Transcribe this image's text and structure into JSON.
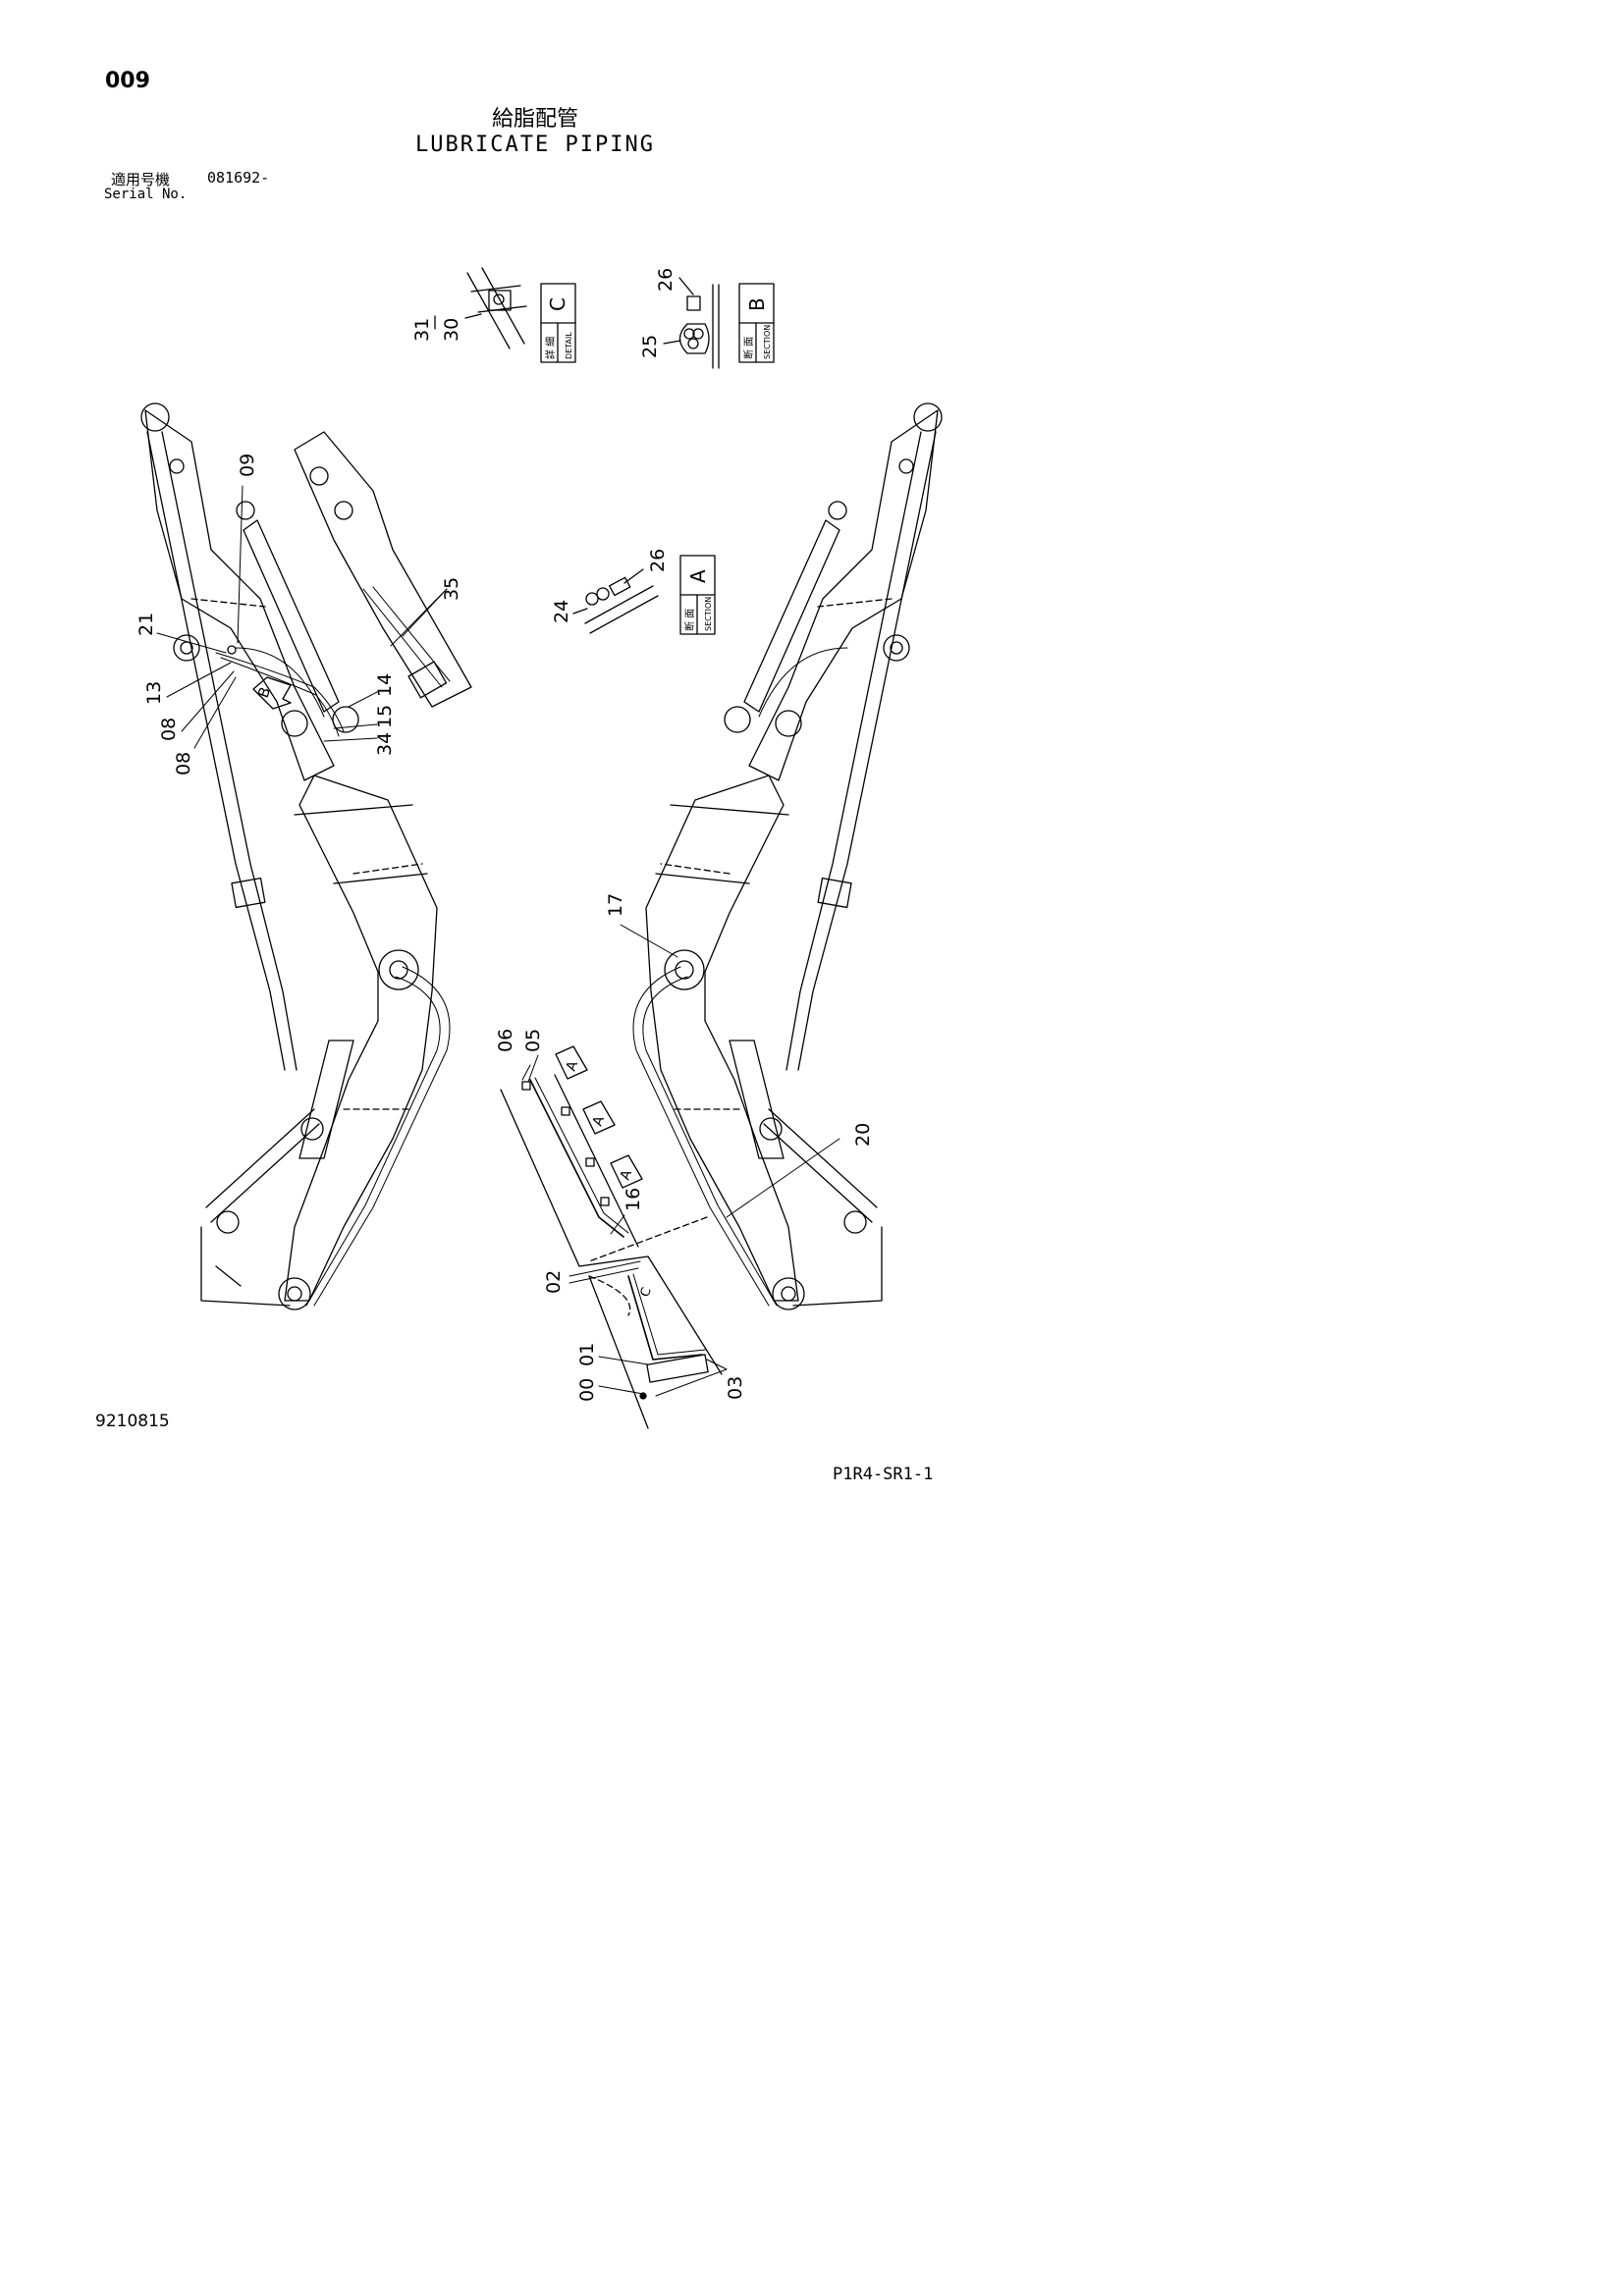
{
  "header": {
    "page_number": "009",
    "title_jp": "給脂配管",
    "title_en": "LUBRICATE PIPING",
    "serial_label_jp": "適用号機",
    "serial_value": "081692-",
    "serial_label_en": "Serial No."
  },
  "footer": {
    "document_code": "9210815",
    "drawing_code": "P1R4-SR1-1"
  },
  "views": {
    "detail_c": {
      "jp": "詳 細",
      "en": "DETAIL",
      "letter": "C"
    },
    "section_b": {
      "jp": "断 面",
      "en": "SECTION",
      "letter": "B"
    },
    "section_a": {
      "jp": "断 面",
      "en": "SECTION",
      "letter": "A"
    }
  },
  "callouts": {
    "c31": "31",
    "c30": "30",
    "c26b": "26",
    "c25": "25",
    "c24": "24",
    "c26a": "26",
    "c09": "09",
    "c35": "35",
    "c21": "21",
    "c13": "13",
    "c08a": "08",
    "c08b": "08",
    "c14": "14",
    "c15": "15",
    "c34": "34",
    "c17": "17",
    "c06": "06",
    "c05": "05",
    "c20": "20",
    "c16": "16",
    "c02": "02",
    "c01": "01",
    "c00": "00",
    "c03": "03"
  },
  "view_markers": {
    "a": "A",
    "b": "B",
    "c": "C"
  }
}
